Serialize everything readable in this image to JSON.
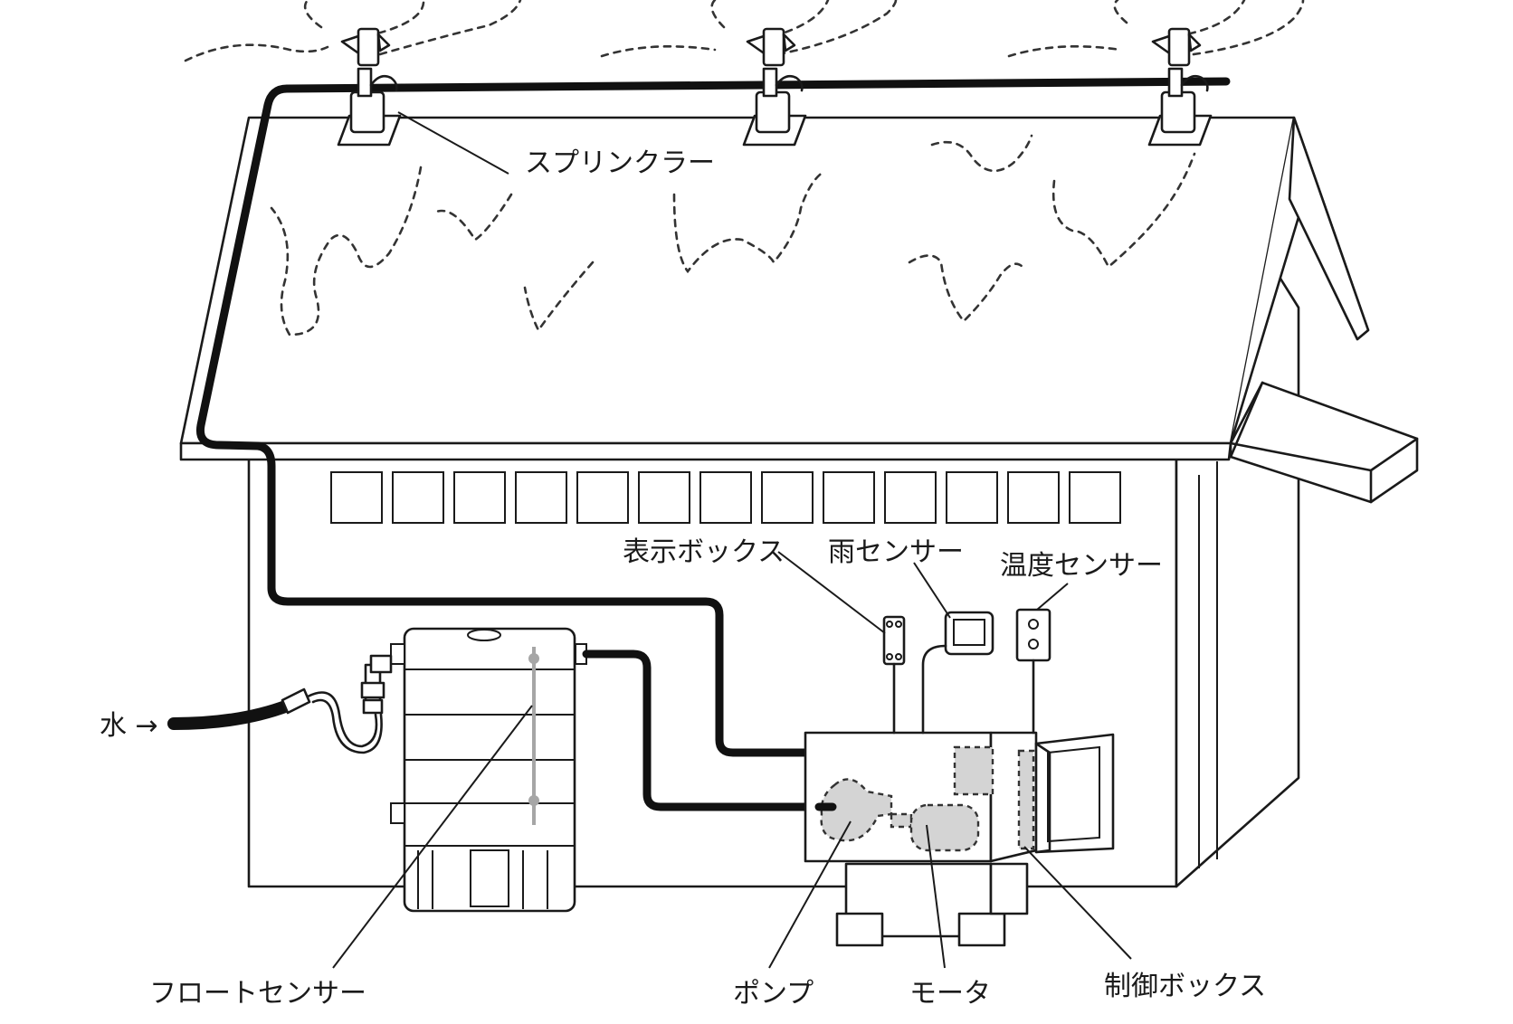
{
  "labels": {
    "sprinkler": "スプリンクラー",
    "display_box": "表示ボックス",
    "rain_sensor": "雨センサー",
    "temperature_sensor": "温度センサー",
    "water": "水 →",
    "float_sensor": "フロートセンサー",
    "pump": "ポンプ",
    "motor": "モータ",
    "control_box": "制御ボックス"
  }
}
